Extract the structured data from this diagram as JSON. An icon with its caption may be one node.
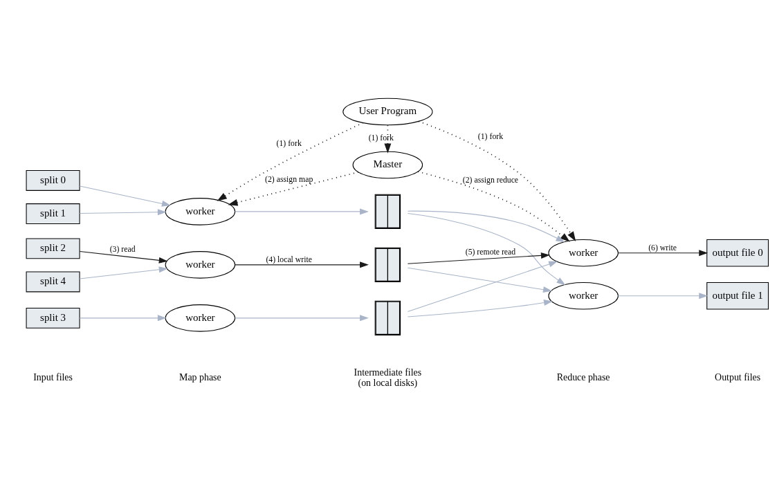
{
  "diagram": {
    "nodes": [
      {
        "text": [
          "User Program"
        ]
      },
      {
        "text": [
          "Master"
        ]
      },
      {
        "text": [
          "split 0"
        ]
      },
      {
        "text": [
          "split 1"
        ]
      },
      {
        "text": [
          "split 2"
        ]
      },
      {
        "text": [
          "split 3"
        ]
      },
      {
        "text": [
          "split 4"
        ]
      },
      {
        "text": [
          "worker"
        ]
      },
      {
        "text": [
          "worker"
        ]
      },
      {
        "text": [
          "worker"
        ]
      },
      {
        "text": [],
        "shape": "box"
      },
      {
        "text": [],
        "shape": "box"
      },
      {
        "text": [],
        "shape": "box"
      },
      {
        "text": [
          "worker"
        ]
      },
      {
        "text": [
          "worker"
        ]
      },
      {
        "text": [
          "output file 0"
        ]
      },
      {
        "text": [
          "output file 1"
        ]
      }
    ],
    "edges": [
      {
        "from": 0,
        "to": 7,
        "arrow": "to",
        "label": "(1) fork",
        "style": "dashed",
        "color": "#1a1a1a"
      },
      {
        "from": 0,
        "to": 1,
        "arrow": "to",
        "label": "(1) fork",
        "style": "dashed",
        "color": "#1a1a1a"
      },
      {
        "from": 0,
        "to": 13,
        "arrow": "to",
        "label": "(1) fork",
        "style": "dashed",
        "color": "#1a1a1a"
      },
      {
        "from": 1,
        "to": 7,
        "arrow": "to",
        "label": "(2) assign map",
        "style": "dashed",
        "color": "#1a1a1a"
      },
      {
        "from": 1,
        "to": 13,
        "arrow": "to",
        "label": "(2) assign reduce",
        "style": "dashed",
        "color": "#1a1a1a"
      },
      {
        "from": 2,
        "to": 7,
        "arrow": "to"
      },
      {
        "from": 3,
        "to": 7,
        "arrow": "to"
      },
      {
        "from": 4,
        "to": 8,
        "arrow": "to",
        "label": "(3) read",
        "color": "#1a1a1a"
      },
      {
        "from": 5,
        "to": 9,
        "arrow": "to"
      },
      {
        "from": 6,
        "to": 8,
        "arrow": "to"
      },
      {
        "from": 7,
        "to": 10,
        "arrow": "to"
      },
      {
        "from": 8,
        "to": 11,
        "arrow": "to",
        "label": "(4) local write",
        "color": "#1a1a1a"
      },
      {
        "from": 9,
        "to": 12,
        "arrow": "to"
      },
      {
        "from": 10,
        "to": 13,
        "arrow": "to"
      },
      {
        "from": 10,
        "to": 14,
        "arrow": "to"
      },
      {
        "from": 11,
        "to": 13,
        "arrow": "to",
        "label": "(5) remote read",
        "color": "#1a1a1a"
      },
      {
        "from": 11,
        "to": 14,
        "arrow": "to"
      },
      {
        "from": 12,
        "to": 13,
        "arrow": "to"
      },
      {
        "from": 12,
        "to": 14,
        "arrow": "to"
      },
      {
        "from": 13,
        "to": 15,
        "arrow": "to",
        "label": "(6) write",
        "color": "#1a1a1a"
      },
      {
        "from": 14,
        "to": 16,
        "arrow": "to"
      }
    ],
    "labels": [
      "Input files",
      "Map phase",
      "Intermediate files (on local disks)",
      "Reduce phase",
      "Output files"
    ]
  }
}
